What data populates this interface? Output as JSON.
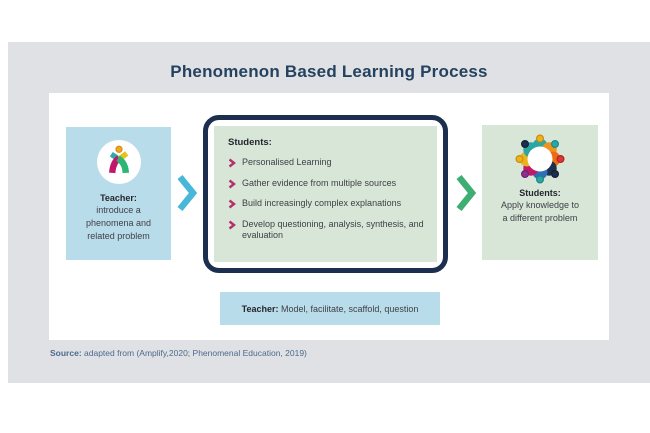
{
  "title": "Phenomenon Based Learning Process",
  "left_box": {
    "icon": "teacher-person-icon",
    "heading": "Teacher:",
    "text": "introduce a phenomena and related problem"
  },
  "middle_box": {
    "heading": "Students:",
    "bullet_icon": "chevron-right-icon",
    "items": [
      "Personalised Learning",
      "Gather evidence from multiple sources",
      "Build increasingly complex explanations",
      "Develop questioning, analysis, synthesis, and evaluation"
    ]
  },
  "right_box": {
    "icon": "students-group-circle-icon",
    "heading": "Students:",
    "text": "Apply knowledge to a different problem"
  },
  "arrows": {
    "arrow_1": "chevron-right-icon",
    "arrow_2": "chevron-right-icon"
  },
  "bottom_box": {
    "label": "Teacher:",
    "text": " Model, facilitate, scaffold, question"
  },
  "source": {
    "label": "Source:",
    "text": " adapted from (Amplify,2020; Phenomenal Education, 2019)"
  },
  "colors": {
    "panel_bg": "#e0e1e4",
    "card_bg": "#ffffff",
    "blue_box": "#b9dcea",
    "green_box": "#d7e6d7",
    "navy_border": "#1c2f4e",
    "cyan_arrow": "#49b8d8",
    "green_arrow": "#3fae73",
    "magenta_bullet": "#b5306b",
    "title_text": "#24425f",
    "source_text": "#4b6b8d"
  }
}
